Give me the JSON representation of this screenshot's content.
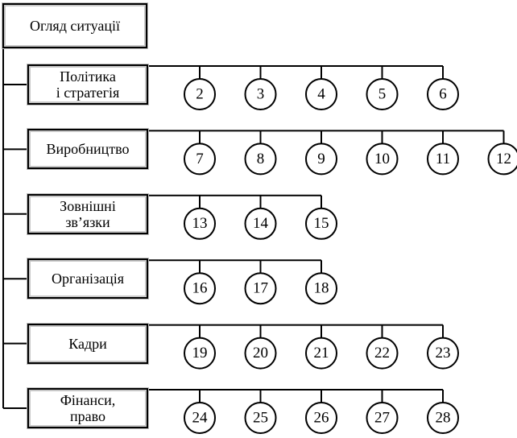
{
  "root": {
    "label": "Огляд ситуації"
  },
  "categories": [
    {
      "label": "Політика\nі стратегія",
      "nodes": [
        "2",
        "3",
        "4",
        "5",
        "6"
      ]
    },
    {
      "label": "Виробництво",
      "nodes": [
        "7",
        "8",
        "9",
        "10",
        "11",
        "12"
      ]
    },
    {
      "label": "Зовнішні\nзв’язки",
      "nodes": [
        "13",
        "14",
        "15"
      ]
    },
    {
      "label": "Організація",
      "nodes": [
        "16",
        "17",
        "18"
      ]
    },
    {
      "label": "Кадри",
      "nodes": [
        "19",
        "20",
        "21",
        "22",
        "23"
      ]
    },
    {
      "label": "Фінанси,\nправо",
      "nodes": [
        "24",
        "25",
        "26",
        "27",
        "28"
      ]
    }
  ]
}
